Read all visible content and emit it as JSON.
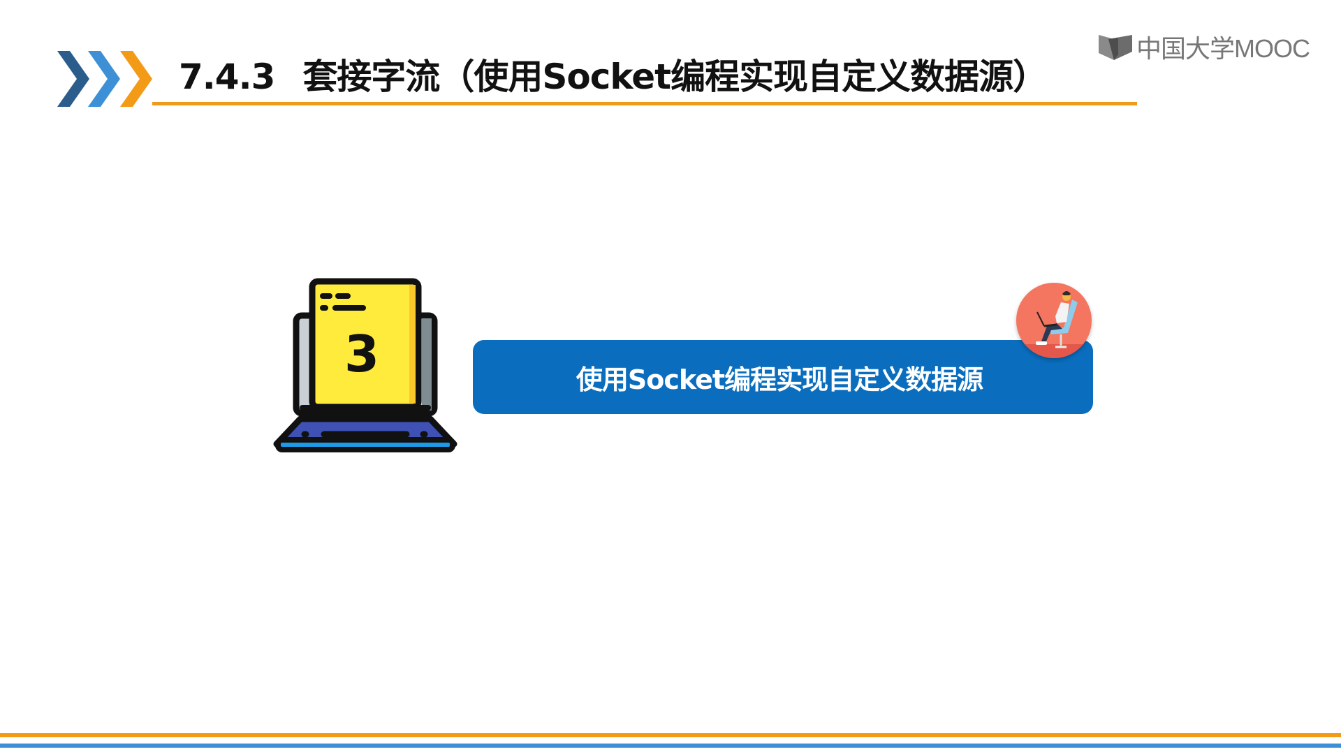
{
  "header": {
    "section_number": "7.4.3",
    "title": "套接字流（使用Socket编程实现自定义数据源）",
    "chevron_colors": [
      "#2A5C8C",
      "#3E90D6",
      "#F39A16"
    ],
    "underline_color": "#EE9A1D"
  },
  "logo": {
    "icon": "book-icon",
    "text": "中国大学MOOC"
  },
  "content": {
    "step_number": "3",
    "step_icon": "laptop-document-icon",
    "banner_text": "使用Socket编程实现自定义数据源",
    "banner_color": "#0A6DBE",
    "avatar_icon": "person-with-laptop-icon",
    "avatar_color": "#F47560"
  },
  "footer": {
    "rule_colors": [
      "#F39A16",
      "#3E90D6"
    ]
  }
}
